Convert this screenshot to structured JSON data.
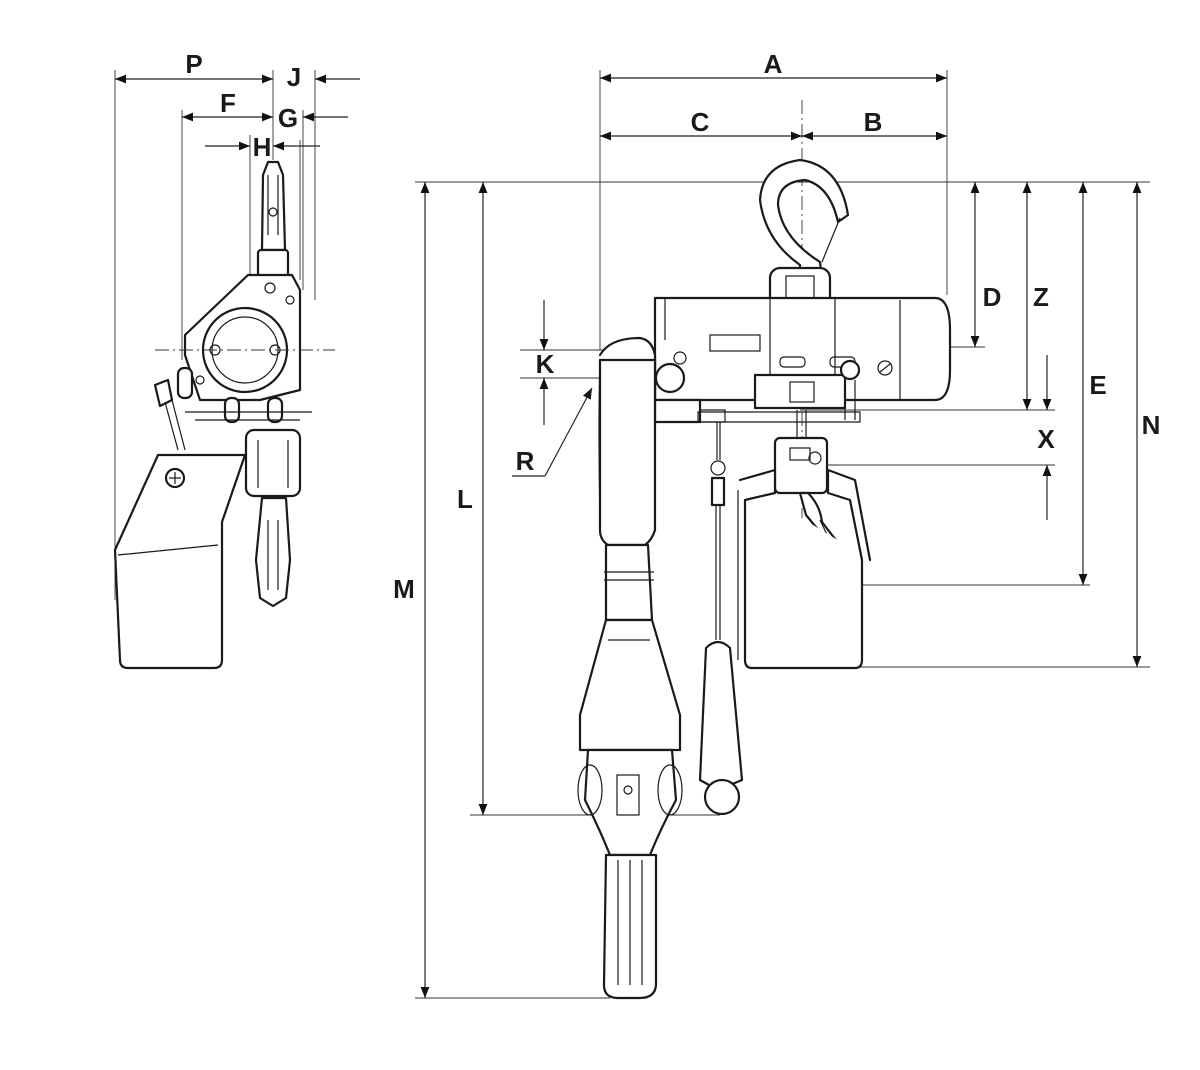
{
  "labels": {
    "P": "P",
    "J": "J",
    "F": "F",
    "G": "G",
    "H": "H",
    "A": "A",
    "C": "C",
    "B": "B",
    "D": "D",
    "Z": "Z",
    "E": "E",
    "N": "N",
    "K": "K",
    "X": "X",
    "R": "R",
    "L": "L",
    "M": "M"
  }
}
